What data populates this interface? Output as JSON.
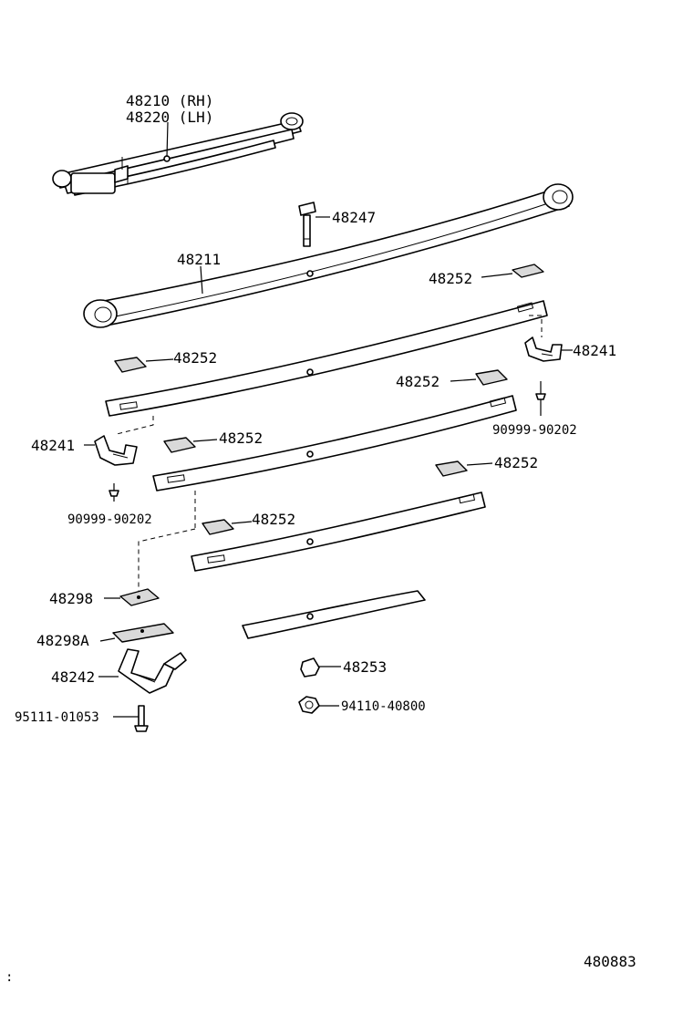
{
  "diagram": {
    "reference_number": "480883",
    "corner_mark": ":",
    "labels": {
      "spring_assembly_rh": "48210 (RH)",
      "spring_assembly_lh": "48220 (LH)",
      "center_bolt": "48247",
      "main_leaf": "48211",
      "insert_upper_right": "48252",
      "clip_right": "48241",
      "insert_left_1": "48252",
      "insert_right_2": "48252",
      "rivet_right": "90999-90202",
      "clip_left": "48241",
      "insert_left_2": "48252",
      "insert_right_3": "48252",
      "rivet_left": "90999-90202",
      "insert_left_3": "48252",
      "plate": "48298",
      "plate_a": "48298A",
      "clip_lower": "48242",
      "bolt_lower": "95111-01053",
      "spacer": "48253",
      "nut": "94110-40800"
    }
  }
}
